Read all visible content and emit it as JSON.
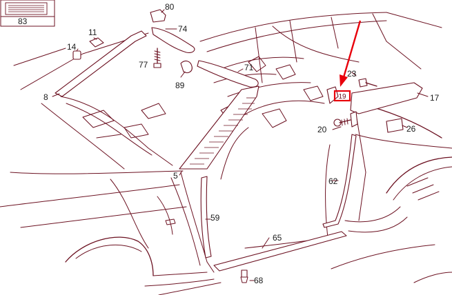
{
  "diagram": {
    "line_color": "#6b1020",
    "highlight_color": "#e8000b",
    "callouts": [
      {
        "id": "80",
        "text": "80"
      },
      {
        "id": "74",
        "text": "74"
      },
      {
        "id": "11",
        "text": "11"
      },
      {
        "id": "14",
        "text": "14"
      },
      {
        "id": "77",
        "text": "77"
      },
      {
        "id": "71",
        "text": "71"
      },
      {
        "id": "89",
        "text": "89"
      },
      {
        "id": "8",
        "text": "8"
      },
      {
        "id": "23",
        "text": "23"
      },
      {
        "id": "17",
        "text": "17"
      },
      {
        "id": "20",
        "text": "20"
      },
      {
        "id": "26",
        "text": "26"
      },
      {
        "id": "5",
        "text": "5"
      },
      {
        "id": "62",
        "text": "62"
      },
      {
        "id": "59",
        "text": "59"
      },
      {
        "id": "65",
        "text": "65"
      },
      {
        "id": "68",
        "text": "68"
      },
      {
        "id": "83",
        "text": "83"
      }
    ],
    "highlighted_part": {
      "label": "19",
      "note": "red-boxed part with arrow"
    }
  }
}
